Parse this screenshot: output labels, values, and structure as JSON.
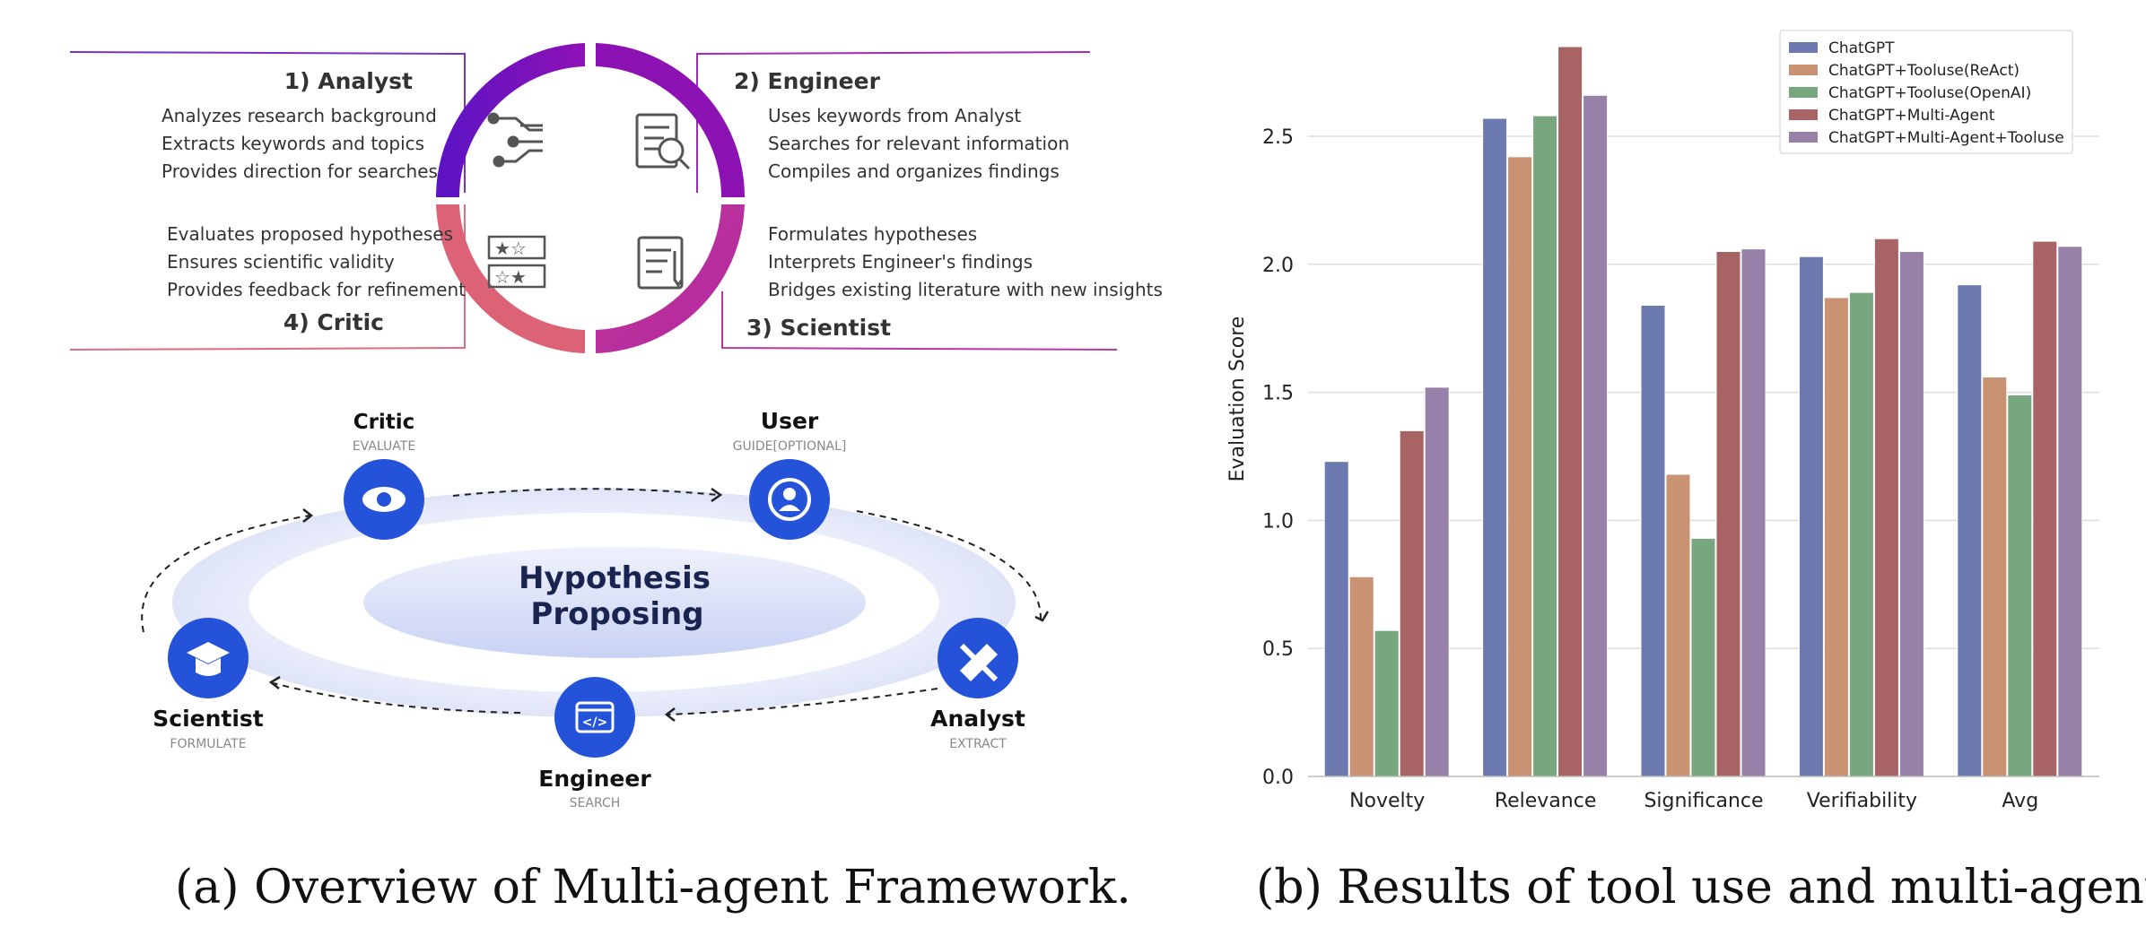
{
  "figure_a": {
    "roles_top": {
      "analyst": {
        "title": "1) Analyst",
        "lines": [
          "Analyzes research background",
          "Extracts keywords and topics",
          "Provides direction for searches"
        ]
      },
      "engineer": {
        "title": "2) Engineer",
        "lines": [
          "Uses keywords from Analyst",
          "Searches for relevant information",
          "Compiles and organizes findings"
        ]
      },
      "scientist": {
        "title": "3) Scientist",
        "lines": [
          "Formulates hypotheses",
          "Interprets Engineer's findings",
          "Bridges existing literature with new insights"
        ]
      },
      "critic": {
        "title": "4) Critic",
        "lines": [
          "Evaluates proposed hypotheses",
          "Ensures scientific validity",
          "Provides feedback for refinement"
        ]
      }
    },
    "cycle": {
      "center_line1": "Hypothesis",
      "center_line2": "Proposing",
      "nodes": {
        "critic": {
          "name": "Critic",
          "sub": "EVALUATE"
        },
        "user": {
          "name": "User",
          "sub": "GUIDE[OPTIONAL]"
        },
        "analyst": {
          "name": "Analyst",
          "sub": "EXTRACT"
        },
        "engineer": {
          "name": "Engineer",
          "sub": "SEARCH"
        },
        "scientist": {
          "name": "Scientist",
          "sub": "FORMULATE"
        }
      }
    },
    "caption": "(a) Overview of Multi-agent Framework."
  },
  "figure_b": {
    "caption": "(b) Results of tool use and multi-agent."
  },
  "chart_data": {
    "type": "bar",
    "categories": [
      "Novelty",
      "Relevance",
      "Significance",
      "Verifiability",
      "Avg"
    ],
    "series": [
      {
        "name": "ChatGPT",
        "values": [
          1.23,
          2.57,
          1.84,
          2.03,
          1.92
        ],
        "color": "#6c7aaf"
      },
      {
        "name": "ChatGPT+Tooluse(ReAct)",
        "values": [
          0.78,
          2.42,
          1.18,
          1.87,
          1.56
        ],
        "color": "#c99273"
      },
      {
        "name": "ChatGPT+Tooluse(OpenAI)",
        "values": [
          0.57,
          2.58,
          0.93,
          1.89,
          1.49
        ],
        "color": "#77a67f"
      },
      {
        "name": "ChatGPT+Multi-Agent",
        "values": [
          1.35,
          2.85,
          2.05,
          2.1,
          2.09
        ],
        "color": "#a86465"
      },
      {
        "name": "ChatGPT+Multi-Agent+Tooluse",
        "values": [
          1.52,
          2.66,
          2.06,
          2.05,
          2.07
        ],
        "color": "#9881a8"
      }
    ],
    "ylabel": "Evaluation Score",
    "xlabel": "",
    "ylim": [
      0,
      2.85
    ],
    "yticks": [
      "0.0",
      "0.5",
      "1.0",
      "1.5",
      "2.0",
      "2.5"
    ],
    "grid": true,
    "legend_position": "top-right"
  }
}
